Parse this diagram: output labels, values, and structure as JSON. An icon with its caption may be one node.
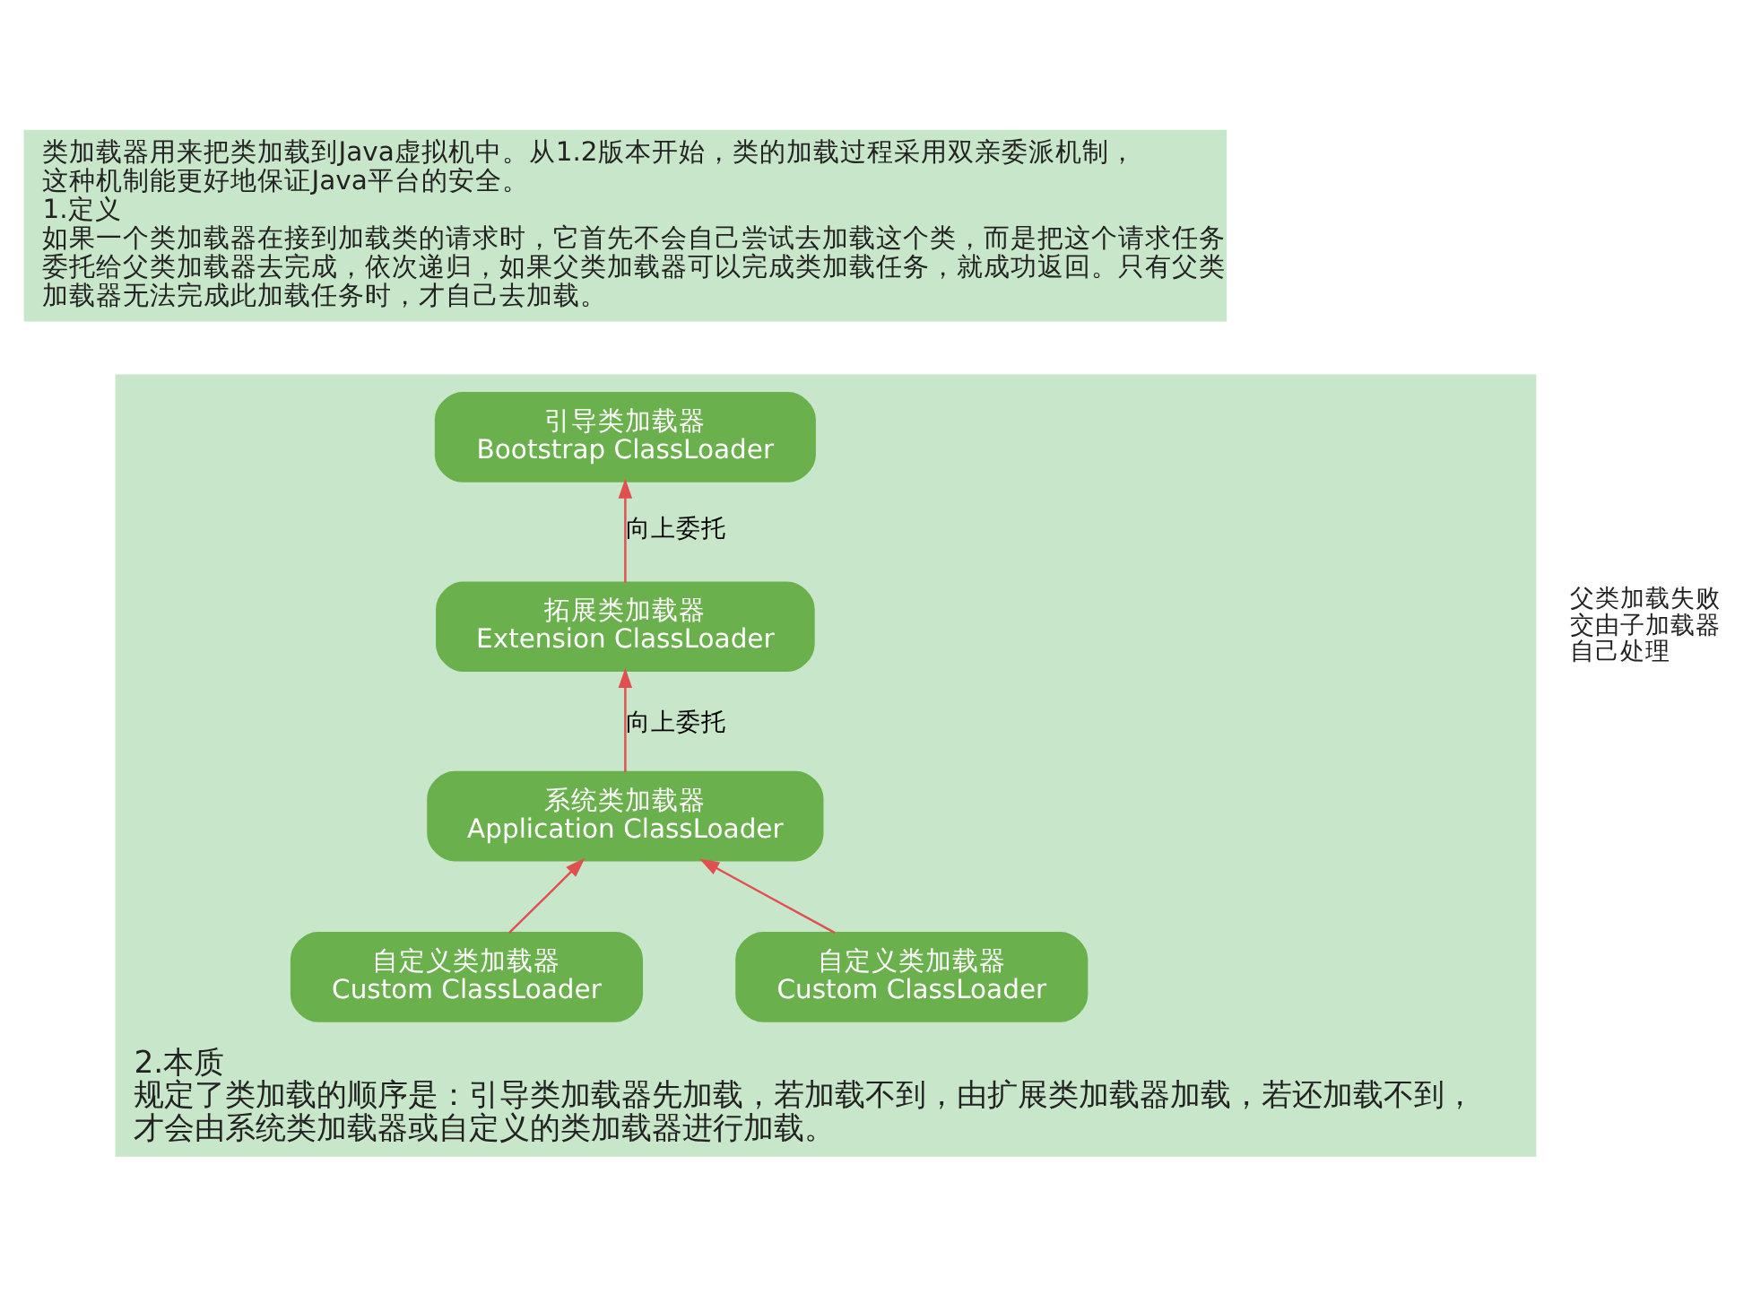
{
  "diagram": {
    "nodes": [
      {
        "text": [
          "类加载器用来把类加载到Java虚拟机中。从1.2版本开始，类的加载过程采用双亲委派机制，这种机制能更好地保证Java平台的安全。",
          "1.定义",
          "如果一个类加载器在接到加载类的请求时，它首先不会自己尝试去加载这个类，而是把这个请求任务委托给父类加载器去完成，依次递归，如果父类加载器可以完成类加载任务，就成功返回。只有父类加载器无法完成此加载任务时，才自己去加载。"
        ]
      },
      {
        "text": [
          "2.本质",
          "规定了类加载的顺序是：引导类加载器先加载，若加载不到，由扩展类加载器加载，若还加载不到，才会由系统类加载器或自定义的类加载器进行加载。"
        ]
      },
      {
        "text": [
          "引导类加载器",
          "Bootstrap ClassLoader"
        ],
        "in": 1
      },
      {
        "text": [
          "拓展类加载器",
          "Extension ClassLoader"
        ],
        "in": 1
      },
      {
        "text": [
          "系统类加载器",
          "Application ClassLoader"
        ],
        "in": 1
      },
      {
        "text": [
          "自定义类加载器",
          "Custom ClassLoader"
        ],
        "in": 1
      },
      {
        "text": [
          "自定义类加载器",
          "Custom ClassLoader"
        ],
        "in": 1
      }
    ],
    "edges": [
      {
        "from": 3,
        "to": 2,
        "arrow": "to",
        "label": "向上委托"
      },
      {
        "from": 4,
        "to": 3,
        "arrow": "to",
        "label": "向上委托"
      },
      {
        "from": 5,
        "to": 4,
        "arrow": "to"
      },
      {
        "from": 6,
        "to": 4,
        "arrow": "to"
      }
    ],
    "labels": [
      "父类加载失败交由子加载器自己处理"
    ]
  }
}
